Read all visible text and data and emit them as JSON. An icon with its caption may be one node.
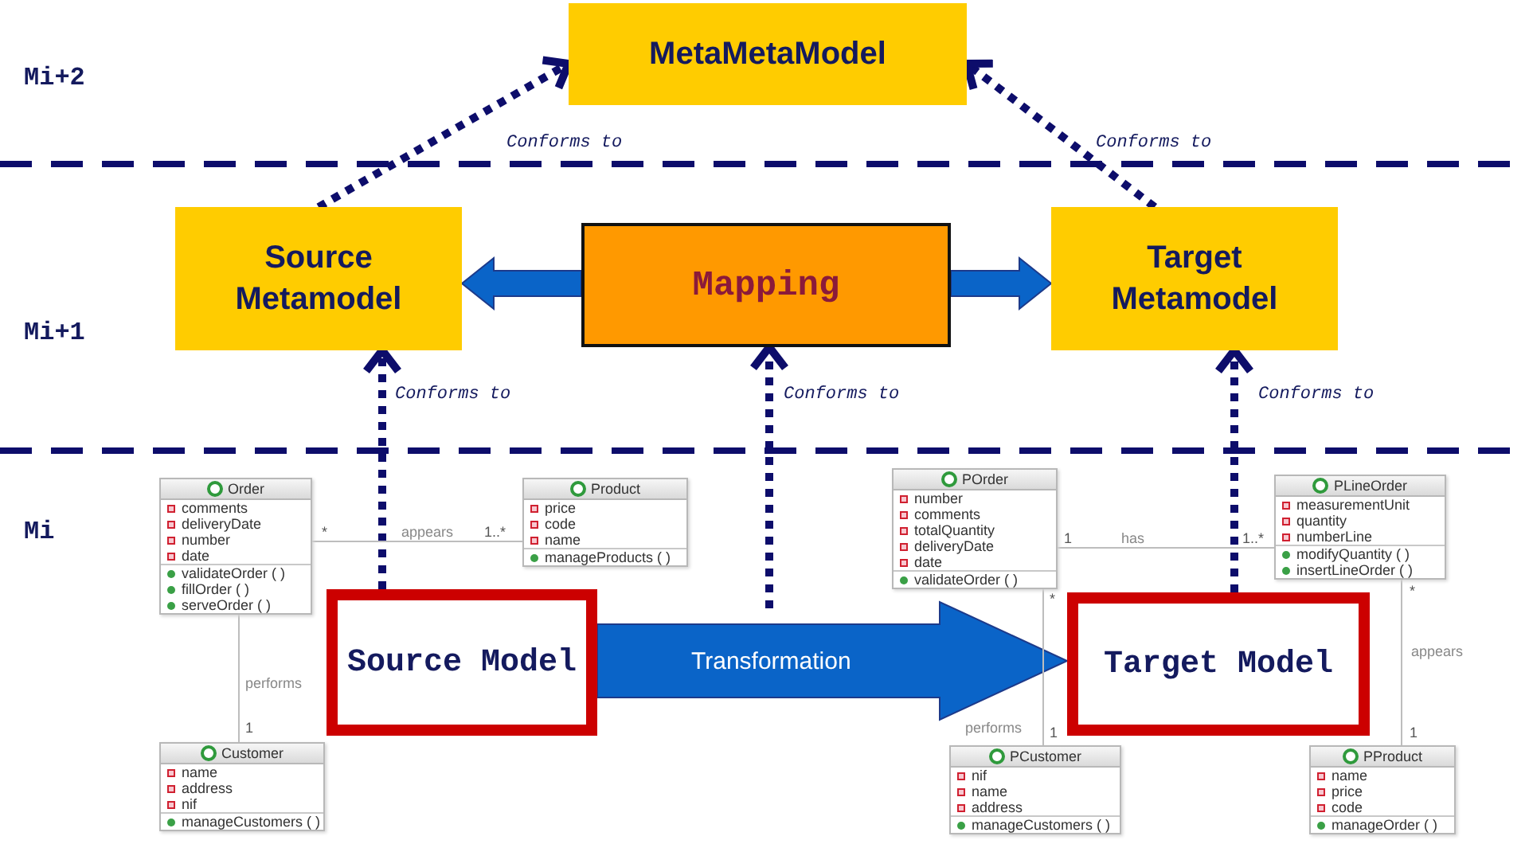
{
  "diagram": {
    "nodes": [
      {
        "text": [
          "MetaMetaModel"
        ]
      },
      {
        "text": [
          "Source Metamodel"
        ]
      },
      {
        "text": [
          "Mapping"
        ]
      },
      {
        "text": [
          "Target Metamodel"
        ]
      },
      {
        "text": [
          "Order",
          "comments",
          "deliveryDate",
          "number",
          "date",
          "validateOrder ( )",
          "fillOrder ( )",
          "serveOrder ( )"
        ]
      },
      {
        "text": [
          "Product",
          "price",
          "code",
          "name",
          "manageProducts ( )"
        ]
      },
      {
        "text": [
          "POrder",
          "number",
          "comments",
          "totalQuantity",
          "deliveryDate",
          "date",
          "validateOrder ( )"
        ]
      },
      {
        "text": [
          "PLineOrder",
          "measurementUnit",
          "quantity",
          "numberLine",
          "modifyQuantity ( )",
          "insertLineOrder ( )"
        ]
      },
      {
        "text": [
          "Source Model"
        ]
      },
      {
        "text": [
          "Target Model"
        ]
      },
      {
        "text": [
          "Customer",
          "name",
          "address",
          "nif",
          "manageCustomers ( )"
        ]
      },
      {
        "text": [
          "PCustomer",
          "nif",
          "name",
          "address",
          "manageCustomers ( )"
        ]
      },
      {
        "text": [
          "PProduct",
          "name",
          "price",
          "code",
          "manageOrder ( )"
        ]
      }
    ],
    "edges": [
      {
        "from": 1,
        "to": 0,
        "arrow": "to",
        "style": "dashed",
        "label": "Conforms to"
      },
      {
        "from": 3,
        "to": 0,
        "arrow": "to",
        "style": "dashed",
        "label": "Conforms to"
      },
      {
        "from": 8,
        "to": 1,
        "arrow": "to",
        "style": "dashed",
        "label": "Conforms to"
      },
      {
        "from": null,
        "to": 2,
        "arrow": "to",
        "style": "dashed",
        "label": "Conforms to"
      },
      {
        "from": 9,
        "to": 3,
        "arrow": "to",
        "style": "dashed",
        "label": "Conforms to"
      },
      {
        "from": 2,
        "to": 1,
        "arrow": "to",
        "style": "thick",
        "color": "#0a64c8"
      },
      {
        "from": 2,
        "to": 3,
        "arrow": "to",
        "style": "thick",
        "color": "#0a64c8"
      },
      {
        "from": 8,
        "to": 9,
        "arrow": "to",
        "style": "thick",
        "color": "#0a64c8",
        "label": "Transformation"
      },
      {
        "from": 4,
        "to": 5,
        "arrow": "none",
        "color": "#bdbdbd",
        "label": "appears"
      },
      {
        "from": 4,
        "to": 10,
        "arrow": "none",
        "color": "#bdbdbd",
        "label": "performs"
      },
      {
        "from": 6,
        "to": 7,
        "arrow": "none",
        "color": "#bdbdbd",
        "label": "has"
      },
      {
        "from": 6,
        "to": 11,
        "arrow": "none",
        "color": "#bdbdbd",
        "label": "performs"
      },
      {
        "from": 7,
        "to": 12,
        "arrow": "none",
        "color": "#bdbdbd",
        "label": "appears"
      }
    ],
    "labels": [
      "Mi+2",
      "Mi+1",
      "Mi",
      "*",
      "1..*",
      "1",
      "1",
      "1..*",
      "*",
      "1",
      "*",
      "1"
    ]
  }
}
